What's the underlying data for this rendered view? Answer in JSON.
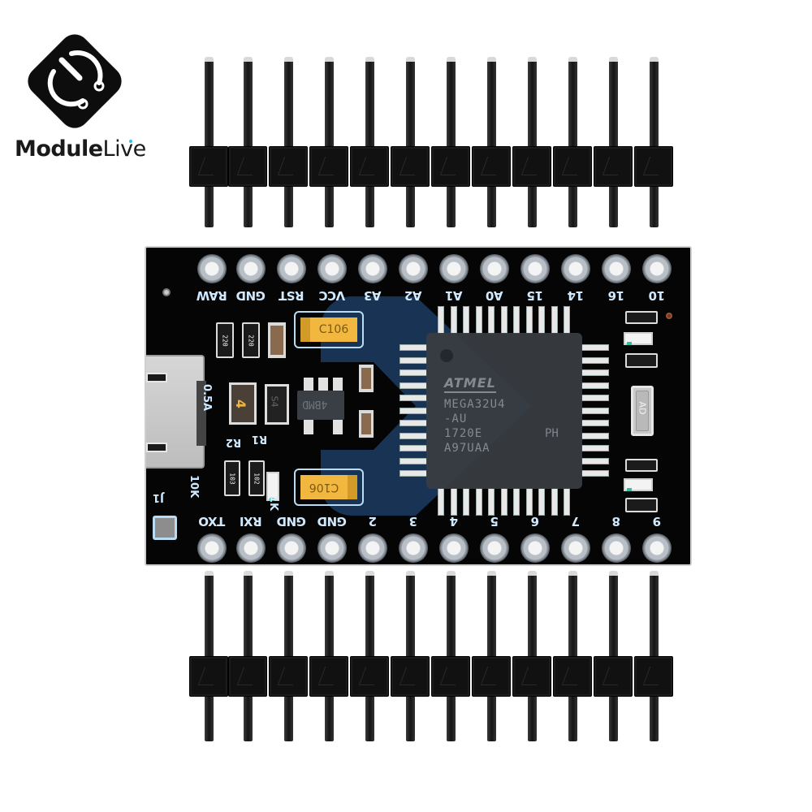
{
  "brand": {
    "name_bold": "Module",
    "name_light": "Live",
    "logo_icon": "circuit-u-icon",
    "accent_color": "#2cc6e8"
  },
  "board": {
    "type": "Pro Micro ATmega32U4 development board",
    "pcb_color": "#050505",
    "silk_color": "#cfe9ff",
    "top_pins": [
      "RAW",
      "GND",
      "RST",
      "VCC",
      "A3",
      "A2",
      "A1",
      "A0",
      "15",
      "14",
      "16",
      "10"
    ],
    "bottom_pins": [
      "TXO",
      "RXI",
      "GND",
      "GND",
      "2",
      "3",
      "4",
      "5",
      "6",
      "7",
      "8",
      "9"
    ],
    "chip": {
      "brand": "ATMEL",
      "line1": "MEGA32U4",
      "line2": "-AU",
      "line3": "1720E",
      "line4": "A97UAA",
      "suffix": "PH"
    },
    "capacitors": [
      "C106",
      "C106"
    ],
    "resistors": [
      "220",
      "220",
      "103",
      "102"
    ],
    "fuse_marking": "4",
    "fuse_label": "0.5A",
    "regulator_marking": "4BMD",
    "diode_marking": "S4",
    "crystal_marking": "AD",
    "silk_labels": {
      "r1": "R1",
      "r2": "R2",
      "r2_value": "10K",
      "r1_value": "1K",
      "connector": "J1"
    }
  },
  "headers": {
    "count": 2,
    "pins_per_header": 12
  }
}
